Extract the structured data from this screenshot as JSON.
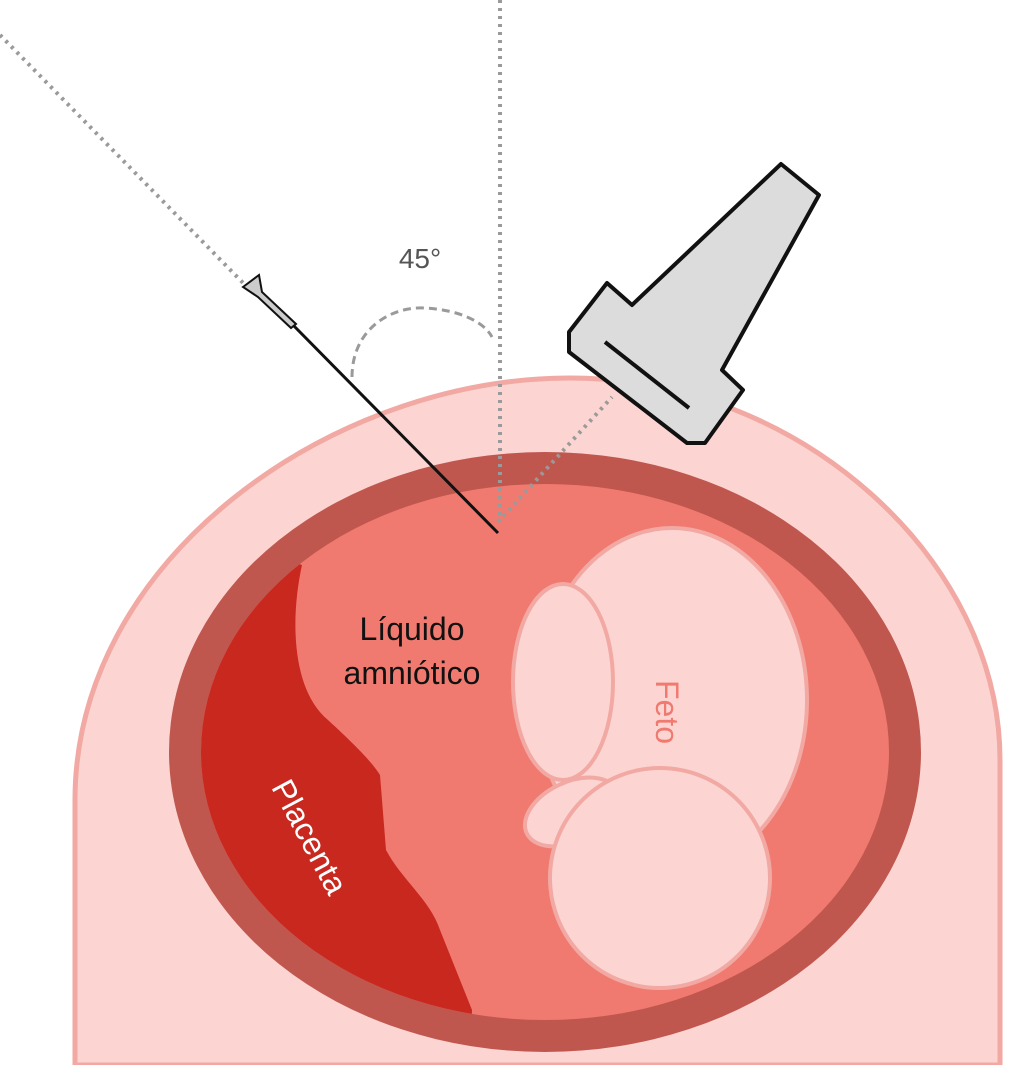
{
  "labels": {
    "angle": "45°",
    "fluid_line1": "Líquido",
    "fluid_line2": "amniótico",
    "fetus": "Feto",
    "placenta": "Placenta"
  },
  "colors": {
    "abdomen_fill": "#fcd5d2",
    "abdomen_edge": "#f2a9a3",
    "uterus_wall": "#c0574f",
    "amniotic_fluid": "#f07a70",
    "placenta": "#c8281e",
    "probe": "#dcdcdc",
    "guide_lines": "#9a9a9a"
  }
}
